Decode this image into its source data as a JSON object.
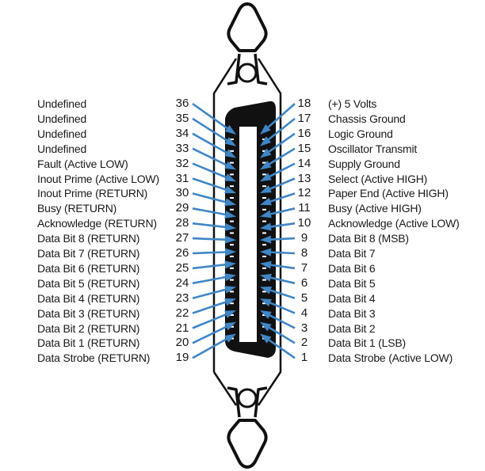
{
  "connector": {
    "arrow_color": "#3f86c6",
    "left_pins": [
      {
        "pin": "36",
        "label": "Undefined"
      },
      {
        "pin": "35",
        "label": "Undefined"
      },
      {
        "pin": "34",
        "label": "Undefined"
      },
      {
        "pin": "33",
        "label": "Undefined"
      },
      {
        "pin": "32",
        "label": "Fault (Active LOW)"
      },
      {
        "pin": "31",
        "label": "Inout Prime (Active LOW)"
      },
      {
        "pin": "30",
        "label": "Inout Prime (RETURN)"
      },
      {
        "pin": "29",
        "label": "Busy (RETURN)"
      },
      {
        "pin": "28",
        "label": "Acknowledge (RETURN)"
      },
      {
        "pin": "27",
        "label": "Data Bit 8 (RETURN)"
      },
      {
        "pin": "26",
        "label": "Data Bit 7 (RETURN)"
      },
      {
        "pin": "25",
        "label": "Data Bit 6 (RETURN)"
      },
      {
        "pin": "24",
        "label": "Data Bit 5 (RETURN)"
      },
      {
        "pin": "23",
        "label": "Data Bit 4 (RETURN)"
      },
      {
        "pin": "22",
        "label": "Data Bit 3 (RETURN)"
      },
      {
        "pin": "21",
        "label": "Data Bit 2 (RETURN)"
      },
      {
        "pin": "20",
        "label": "Data Bit 1 (RETURN)"
      },
      {
        "pin": "19",
        "label": "Data Strobe (RETURN)"
      }
    ],
    "right_pins": [
      {
        "pin": "18",
        "label": "(+) 5 Volts"
      },
      {
        "pin": "17",
        "label": "Chassis Ground"
      },
      {
        "pin": "16",
        "label": "Logic Ground"
      },
      {
        "pin": "15",
        "label": "Oscillator Transmit"
      },
      {
        "pin": "14",
        "label": "Supply Ground"
      },
      {
        "pin": "13",
        "label": "Select (Active HIGH)"
      },
      {
        "pin": "12",
        "label": "Paper End (Active HIGH)"
      },
      {
        "pin": "11",
        "label": "Busy (Active HIGH)"
      },
      {
        "pin": "10",
        "label": "Acknowledge (Active LOW)"
      },
      {
        "pin": "9",
        "label": "Data Bit 8 (MSB)"
      },
      {
        "pin": "8",
        "label": "Data Bit 7"
      },
      {
        "pin": "7",
        "label": "Data Bit 6"
      },
      {
        "pin": "6",
        "label": "Data Bit 5"
      },
      {
        "pin": "5",
        "label": "Data Bit 4"
      },
      {
        "pin": "4",
        "label": "Data Bit 3"
      },
      {
        "pin": "3",
        "label": "Data Bit 2"
      },
      {
        "pin": "2",
        "label": "Data Bit 1 (LSB)"
      },
      {
        "pin": "1",
        "label": "Data Strobe (Active LOW)"
      }
    ]
  }
}
